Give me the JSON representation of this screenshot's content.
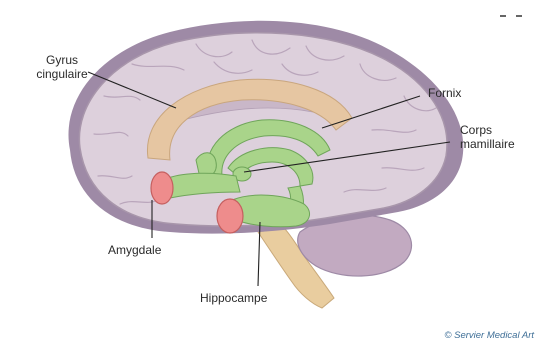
{
  "labels": {
    "gyrus_line1": "Gyrus",
    "gyrus_line2": "cingulaire",
    "fornix": "Fornix",
    "corps_line1": "Corps",
    "corps_line2": "mamillaire",
    "amygdale": "Amygdale",
    "hippocampe": "Hippocampe"
  },
  "credit": "© Servier Medical Art",
  "colors": {
    "cortex": "#ddd0dc",
    "cortex_outline": "#a896ab",
    "cortex_shadow": "#9e8aa6",
    "cingulate": "#e6c6a2",
    "limbic_green": "#a9d48a",
    "amygdala_pink": "#ee8c8c",
    "brainstem": "#e9cd9f",
    "cerebellum": "#c2aac1"
  }
}
